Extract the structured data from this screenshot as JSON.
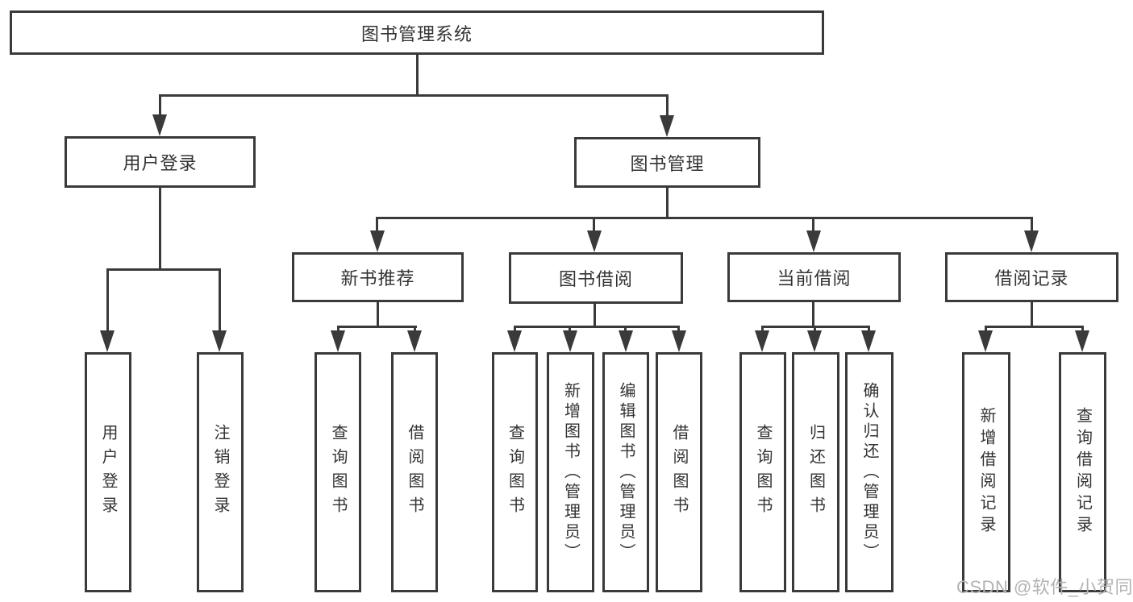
{
  "diagram": {
    "title": "图书管理系统",
    "nodes": {
      "user_login": {
        "label": "用户登录",
        "children": [
          "用户登录",
          "注销登录"
        ]
      },
      "book_mgmt": {
        "label": "图书管理"
      },
      "new_books": {
        "label": "新书推荐",
        "children": [
          "查询图书",
          "借阅图书"
        ]
      },
      "book_borrow": {
        "label": "图书借阅",
        "children": [
          "查询图书",
          "新增图书（管理员）",
          "编辑图书（管理员）",
          "借阅图书"
        ]
      },
      "current_borrow": {
        "label": "当前借阅",
        "children": [
          "查询图书",
          "归还图书",
          "确认归还（管理员）"
        ]
      },
      "borrow_records": {
        "label": "借阅记录",
        "children": [
          "新增借阅记录",
          "查询借阅记录"
        ]
      }
    }
  },
  "watermark": "CSDN @软件_小贺同学",
  "colors": {
    "line": "#3a3a3a",
    "text": "#333333",
    "watermark": "#b3b3b3",
    "background": "#ffffff"
  }
}
